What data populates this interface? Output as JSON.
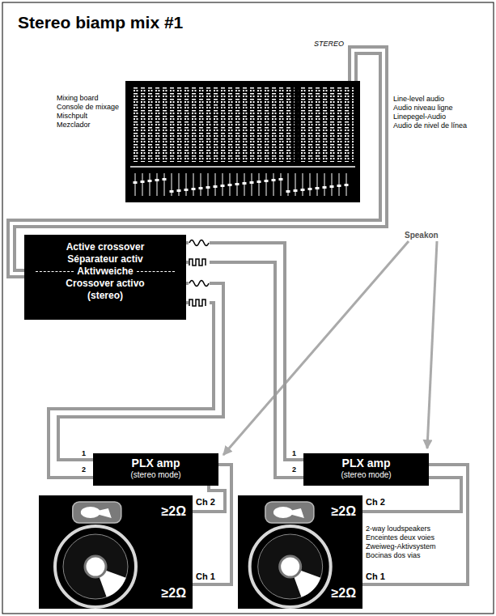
{
  "diagram": {
    "title": "Stereo biamp mix #1",
    "nodes": [
      {
        "text": [
          "Mixing board",
          "Console de mixage",
          "Mischpult",
          "Mezclador"
        ]
      },
      {
        "text": [
          "Active crossover",
          "Séparateur activ",
          "Aktivweiche",
          "Crossover activo",
          "(stereo)"
        ]
      },
      {
        "text": [
          "PLX amp",
          "(stereo mode)"
        ]
      },
      {
        "text": [
          "PLX amp",
          "(stereo mode)"
        ]
      },
      {
        "text": [
          "≥2Ω",
          "≥2Ω"
        ]
      },
      {
        "text": [
          "≥2Ω",
          "≥2Ω"
        ]
      }
    ],
    "edges": [
      {
        "from": 0,
        "to": 1,
        "arrow": "none"
      },
      {
        "from": 0,
        "to": 1,
        "arrow": "none"
      },
      {
        "from": 1,
        "to": 3,
        "arrow": "none"
      },
      {
        "from": 1,
        "to": 3,
        "arrow": "none"
      },
      {
        "from": 1,
        "to": 2,
        "arrow": "none"
      },
      {
        "from": 1,
        "to": 2,
        "arrow": "none"
      },
      {
        "from": 2,
        "to": 4,
        "arrow": "none"
      },
      {
        "from": 2,
        "to": 4,
        "arrow": "none"
      },
      {
        "from": 3,
        "to": 5,
        "arrow": "none"
      },
      {
        "from": 3,
        "to": 5,
        "arrow": "none"
      }
    ],
    "labels": [
      "STEREO",
      "Line-level audio",
      "Audio niveau ligne",
      "Linepegel-Audio",
      "Audio de nivel de línea",
      "1",
      "2",
      "1",
      "2",
      "Speakon",
      "Ch 2",
      "Ch 1",
      "Ch 2",
      "Ch 1",
      "2-way loudspeakers",
      "Enceintes deux voies",
      "Zweiweg-Aktivsystem",
      "Bocinas dos vias"
    ]
  }
}
